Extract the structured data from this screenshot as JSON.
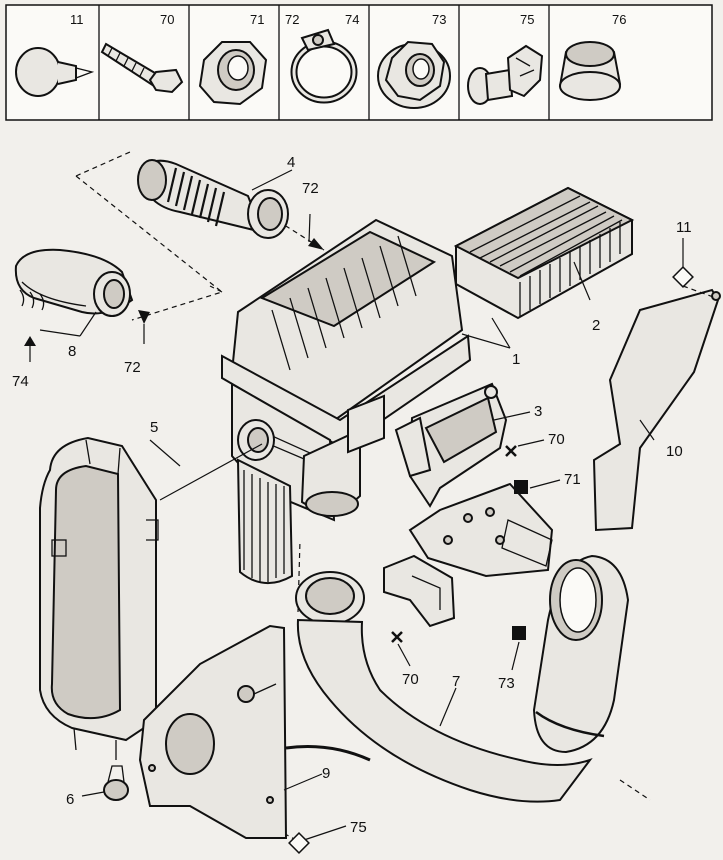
{
  "legend": {
    "cells": [
      {
        "number": "11",
        "icon": "push-clip-icon"
      },
      {
        "number": "70",
        "icon": "screw-icon"
      },
      {
        "number": "71",
        "icon": "nut-icon"
      },
      {
        "number": "72",
        "number2": "74",
        "icon": "hose-clamp-icon"
      },
      {
        "number": "73",
        "icon": "flange-nut-icon"
      },
      {
        "number": "75",
        "icon": "rivet-clip-icon"
      },
      {
        "number": "76",
        "icon": "grommet-icon"
      }
    ]
  },
  "callouts": {
    "c1": "1",
    "c2": "2",
    "c3": "3",
    "c4": "4",
    "c5": "5",
    "c6": "6",
    "c7": "7",
    "c8": "8",
    "c9": "9",
    "c10": "10",
    "c11": "11",
    "c70a": "70",
    "c70b": "70",
    "c71": "71",
    "c72a": "72",
    "c72b": "72",
    "c73": "73",
    "c74": "74",
    "c75": "75"
  },
  "colors": {
    "ink": "#111111",
    "paper": "#f2f0ec",
    "fill": "#e9e7e2"
  }
}
